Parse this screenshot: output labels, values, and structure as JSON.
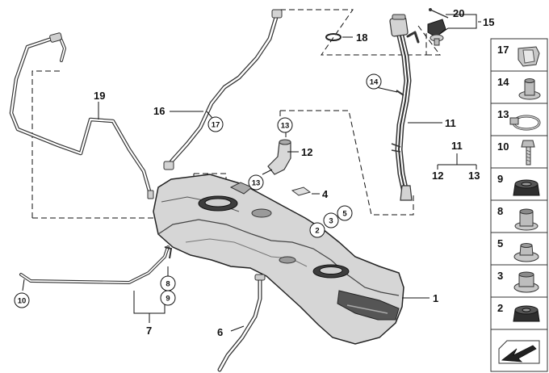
{
  "callouts": [
    {
      "id": "c1",
      "text": "1"
    },
    {
      "id": "c4",
      "text": "4"
    },
    {
      "id": "c6",
      "text": "6"
    },
    {
      "id": "c7",
      "text": "7"
    },
    {
      "id": "c11",
      "text": "11"
    },
    {
      "id": "c11b",
      "text": "11"
    },
    {
      "id": "c12",
      "text": "12"
    },
    {
      "id": "c12b",
      "text": "12"
    },
    {
      "id": "c13b",
      "text": "13"
    },
    {
      "id": "c15",
      "text": "15"
    },
    {
      "id": "c16",
      "text": "16"
    },
    {
      "id": "c18",
      "text": "18"
    },
    {
      "id": "c19",
      "text": "19"
    },
    {
      "id": "c20",
      "text": "20"
    }
  ],
  "circled": [
    {
      "id": "r13a",
      "text": "13"
    },
    {
      "id": "r13b",
      "text": "13"
    },
    {
      "id": "r14",
      "text": "14"
    },
    {
      "id": "r17",
      "text": "17"
    },
    {
      "id": "r2",
      "text": "2"
    },
    {
      "id": "r3",
      "text": "3"
    },
    {
      "id": "r5",
      "text": "5"
    },
    {
      "id": "r8",
      "text": "8"
    },
    {
      "id": "r9",
      "text": "9"
    },
    {
      "id": "r10",
      "text": "10"
    }
  ],
  "sidebar": {
    "items": [
      {
        "label": "17",
        "icon": "clip-icon"
      },
      {
        "label": "14",
        "icon": "expanding-nut-icon"
      },
      {
        "label": "13",
        "icon": "hose-clamp-icon"
      },
      {
        "label": "10",
        "icon": "bolt-icon"
      },
      {
        "label": "9",
        "icon": "grommet-icon"
      },
      {
        "label": "8",
        "icon": "spacer-sleeve-icon"
      },
      {
        "label": "5",
        "icon": "washer-nut-icon"
      },
      {
        "label": "3",
        "icon": "damper-icon"
      },
      {
        "label": "2",
        "icon": "rubber-mount-icon"
      },
      {
        "label": "",
        "icon": "illustration-reference-icon"
      }
    ]
  },
  "colors": {
    "line": "#111111",
    "part_fill": "#d9d9d9",
    "part_dark": "#3a3a3a",
    "part_mid": "#a8a8a8"
  }
}
